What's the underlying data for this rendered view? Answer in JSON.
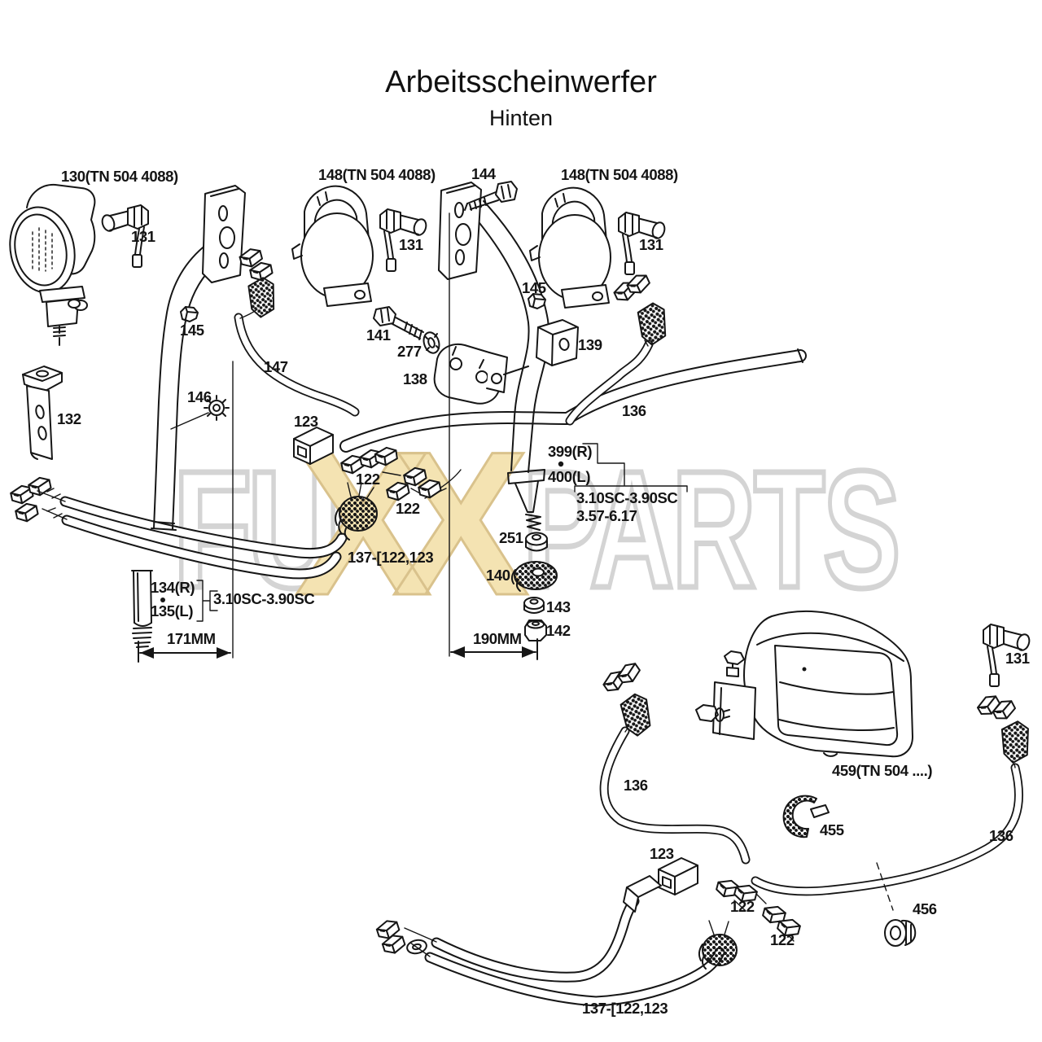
{
  "title": "Arbeitsscheinwerfer",
  "subtitle": "Hinten",
  "watermark": {
    "left": "FU",
    "middle": "XX",
    "right": "PARTS"
  },
  "colors": {
    "line": "#161616",
    "background": "#ffffff",
    "watermark_tan_fill": "#f4e3b2",
    "watermark_tan_outline": "#d9c28c",
    "watermark_gray_outline": "#d4d4d4"
  },
  "labels": [
    {
      "id": "130",
      "text": "130(TN 504 4088)"
    },
    {
      "id": "131-a",
      "text": "131"
    },
    {
      "id": "148-a",
      "text": "148(TN 504 4088)"
    },
    {
      "id": "144",
      "text": "144"
    },
    {
      "id": "131-b",
      "text": "131"
    },
    {
      "id": "148-b",
      "text": "148(TN 504 4088)"
    },
    {
      "id": "131-c",
      "text": "131"
    },
    {
      "id": "145-a",
      "text": "145"
    },
    {
      "id": "145-b",
      "text": "145"
    },
    {
      "id": "141",
      "text": "141"
    },
    {
      "id": "277",
      "text": "277"
    },
    {
      "id": "138",
      "text": "138"
    },
    {
      "id": "139",
      "text": "139"
    },
    {
      "id": "147",
      "text": "147"
    },
    {
      "id": "146",
      "text": "146"
    },
    {
      "id": "123-a",
      "text": "123"
    },
    {
      "id": "132",
      "text": "132"
    },
    {
      "id": "136-a",
      "text": "136"
    },
    {
      "id": "122-a",
      "text": "122"
    },
    {
      "id": "122-b",
      "text": "122"
    },
    {
      "id": "399",
      "text": "399(R)"
    },
    {
      "id": "400",
      "text": "400(L)"
    },
    {
      "id": "sc-a",
      "text": "3.10SC-3.90SC"
    },
    {
      "id": "sc-b",
      "text": "3.57-6.17"
    },
    {
      "id": "251",
      "text": "251"
    },
    {
      "id": "140",
      "text": "140"
    },
    {
      "id": "137-a",
      "text": "137-[122,123"
    },
    {
      "id": "134",
      "text": "134(R)"
    },
    {
      "id": "135",
      "text": "135(L)"
    },
    {
      "id": "sc-c",
      "text": "3.10SC-3.90SC"
    },
    {
      "id": "171mm",
      "text": "171MM"
    },
    {
      "id": "190mm",
      "text": "190MM"
    },
    {
      "id": "143",
      "text": "143"
    },
    {
      "id": "142",
      "text": "142"
    },
    {
      "id": "459",
      "text": "459(TN 504 ....)"
    },
    {
      "id": "131-d",
      "text": "131"
    },
    {
      "id": "136-b",
      "text": "136"
    },
    {
      "id": "455",
      "text": "455"
    },
    {
      "id": "136-c",
      "text": "136"
    },
    {
      "id": "123-b",
      "text": "123"
    },
    {
      "id": "122-c",
      "text": "122"
    },
    {
      "id": "456",
      "text": "456"
    },
    {
      "id": "122-d",
      "text": "122"
    },
    {
      "id": "137-b",
      "text": "137-[122,123"
    }
  ]
}
